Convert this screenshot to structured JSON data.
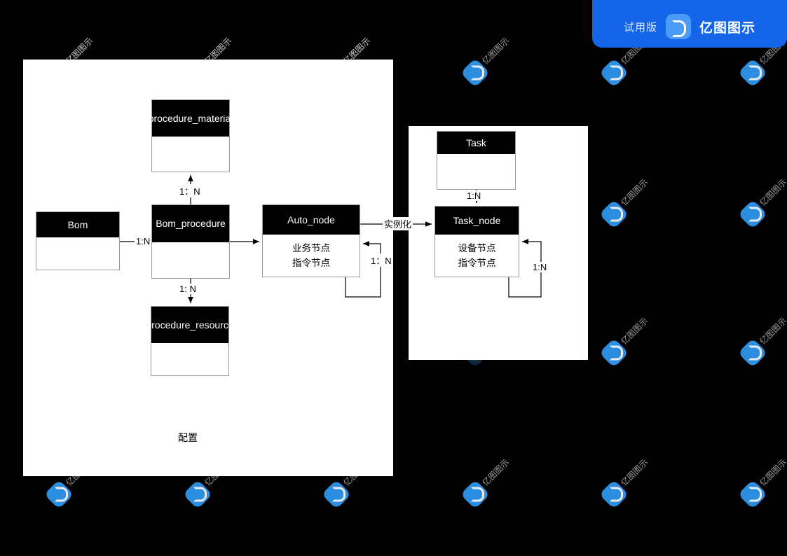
{
  "watermark": {
    "text": "亿图图示",
    "logo_icon": "edraw-logo-icon",
    "accent_color": "#2f9bf5"
  },
  "ribbon": {
    "trial_label": "试用版",
    "product_name": "亿图图示",
    "logo_icon": "edraw-logo-icon",
    "background_color": "#1565e8"
  },
  "diagram": {
    "type": "entity-relationship",
    "background_color": "#000000",
    "panels": [
      {
        "name": "left-canvas-panel",
        "color": "#ffffff"
      },
      {
        "name": "right-canvas-panel",
        "color": "#ffffff"
      }
    ],
    "entities": [
      {
        "id": "procedure_material",
        "title": "procedure_material",
        "body": []
      },
      {
        "id": "bom",
        "title": "Bom",
        "body": []
      },
      {
        "id": "bom_procedure",
        "title": "Bom_procedure",
        "body": []
      },
      {
        "id": "auto_node",
        "title": "Auto_node",
        "body": [
          "业务节点",
          "指令节点"
        ]
      },
      {
        "id": "procedure_resource",
        "title": "procedure_resource",
        "body": []
      },
      {
        "id": "task",
        "title": "Task",
        "body": []
      },
      {
        "id": "task_node",
        "title": "Task_node",
        "body": [
          "设备节点",
          "指令节点"
        ]
      }
    ],
    "edges": [
      {
        "id": "bom-to-bom_procedure",
        "from": "bom",
        "to": "bom_procedure",
        "label": "1:N"
      },
      {
        "id": "bom_procedure-to-procedure_material",
        "from": "bom_procedure",
        "to": "procedure_material",
        "label": "1：N"
      },
      {
        "id": "bom_procedure-to-procedure_resource",
        "from": "bom_procedure",
        "to": "procedure_resource",
        "label": "1: N"
      },
      {
        "id": "auto_node-to-task_node",
        "from": "auto_node",
        "to": "task_node",
        "label": "实例化"
      },
      {
        "id": "auto_node-self",
        "from": "auto_node",
        "to": "auto_node",
        "label": "1：N"
      },
      {
        "id": "task-to-task_node",
        "from": "task",
        "to": "task_node",
        "label": "1:N"
      },
      {
        "id": "task_node-self",
        "from": "task_node",
        "to": "task_node",
        "label": "1:N"
      }
    ],
    "captions": [
      {
        "id": "config",
        "text": "配置"
      }
    ]
  }
}
